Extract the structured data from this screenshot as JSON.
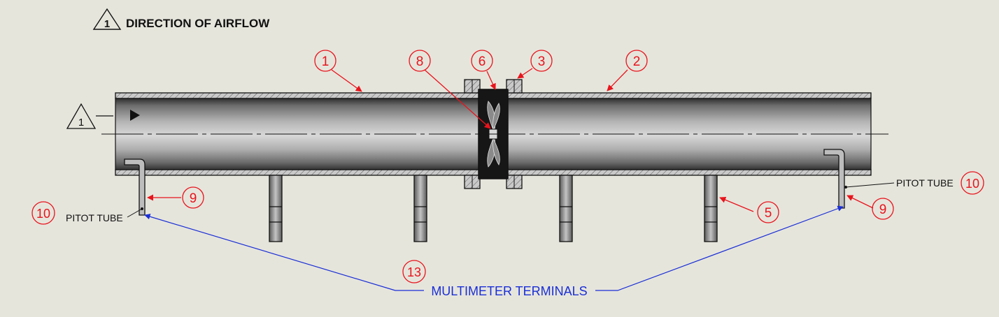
{
  "header": {
    "note_number": "1",
    "title": "DIRECTION OF AIRFLOW"
  },
  "flow_marker": {
    "note_number": "1"
  },
  "balloons": {
    "b1": "1",
    "b2": "2",
    "b3": "3",
    "b5": "5",
    "b6": "6",
    "b8": "8",
    "b9_left": "9",
    "b9_right": "9",
    "b10_left": "10",
    "b10_right": "10",
    "b13": "13"
  },
  "labels": {
    "pitot_left": "PITOT TUBE",
    "pitot_right": "PITOT TUBE",
    "multimeter": "MULTIMETER TERMINALS"
  },
  "colors": {
    "background": "#e6e5dc",
    "balloon": "#e8141c",
    "leader_blue": "#1a2fd6",
    "outline": "#111111"
  }
}
